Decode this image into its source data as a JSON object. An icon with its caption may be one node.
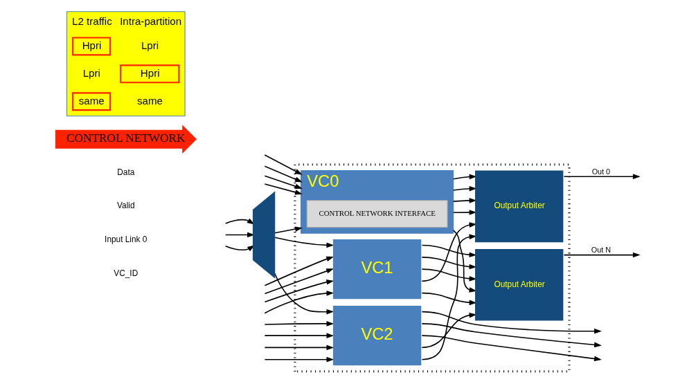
{
  "diagram": {
    "nodes": [
      {
        "text": [],
        "shape": "box"
      },
      {
        "text": [
          "VC0"
        ],
        "in": 0
      },
      {
        "text": [
          "CONTROL NETWORK INTERFACE"
        ],
        "in": 1
      },
      {
        "text": [
          "VC1"
        ],
        "in": 0
      },
      {
        "text": [
          "VC2"
        ],
        "in": 0
      },
      {
        "text": [
          "Output Arbiter"
        ],
        "in": 0
      },
      {
        "text": [
          "Output Arbiter"
        ],
        "in": 0
      },
      {
        "text": [],
        "shape": "trapezoid"
      },
      {
        "text": [
          "CONTROL NETWORK"
        ]
      },
      {
        "text": [
          "L2 traffic",
          "Intra-partition",
          "Hpri",
          "Lpri",
          "Lpri",
          "Hpri",
          "same",
          "same"
        ]
      }
    ],
    "edges": [
      {
        "from": null,
        "to": 7,
        "arrow": "to"
      },
      {
        "from": null,
        "to": 7,
        "arrow": "to"
      },
      {
        "from": null,
        "to": 7,
        "arrow": "to"
      },
      {
        "from": 7,
        "to": 1,
        "arrow": "to"
      },
      {
        "from": 7,
        "to": 3,
        "arrow": "to"
      },
      {
        "from": 7,
        "to": 4,
        "arrow": "to"
      },
      {
        "from": null,
        "to": 1,
        "arrow": "to"
      },
      {
        "from": null,
        "to": 1,
        "arrow": "to"
      },
      {
        "from": null,
        "to": 1,
        "arrow": "to"
      },
      {
        "from": null,
        "to": 1,
        "arrow": "to"
      },
      {
        "from": null,
        "to": 3,
        "arrow": "to"
      },
      {
        "from": null,
        "to": 3,
        "arrow": "to"
      },
      {
        "from": null,
        "to": 3,
        "arrow": "to"
      },
      {
        "from": null,
        "to": 3,
        "arrow": "to"
      },
      {
        "from": 4,
        "to": null,
        "arrow": "to"
      },
      {
        "from": 4,
        "to": null,
        "arrow": "to"
      },
      {
        "from": 4,
        "to": null,
        "arrow": "to"
      },
      {
        "from": null,
        "to": 4,
        "arrow": "to"
      },
      {
        "from": null,
        "to": 4,
        "arrow": "to"
      },
      {
        "from": null,
        "to": 4,
        "arrow": "to"
      },
      {
        "from": null,
        "to": 4,
        "arrow": "to"
      },
      {
        "from": 1,
        "to": 5,
        "arrow": "to"
      },
      {
        "from": 1,
        "to": 5,
        "arrow": "to"
      },
      {
        "from": 1,
        "to": 5,
        "arrow": "to"
      },
      {
        "from": 3,
        "to": 6,
        "arrow": "to"
      },
      {
        "from": 3,
        "to": 6,
        "arrow": "to"
      },
      {
        "from": 3,
        "to": 6,
        "arrow": "to"
      },
      {
        "from": 1,
        "to": 5,
        "arrow": "to"
      },
      {
        "from": 1,
        "to": 6,
        "arrow": "to"
      },
      {
        "from": 3,
        "to": 5,
        "arrow": "to"
      },
      {
        "from": 3,
        "to": 6,
        "arrow": "to"
      },
      {
        "from": 4,
        "to": 6,
        "arrow": "to"
      },
      {
        "from": 4,
        "to": 5,
        "arrow": "to"
      },
      {
        "from": 5,
        "to": null,
        "arrow": "to",
        "label": "Out 0"
      },
      {
        "from": 6,
        "to": null,
        "arrow": "to",
        "label": "Out N"
      }
    ],
    "labels": [
      "Data",
      "Valid",
      "Input Link 0",
      "VC_ID"
    ]
  }
}
